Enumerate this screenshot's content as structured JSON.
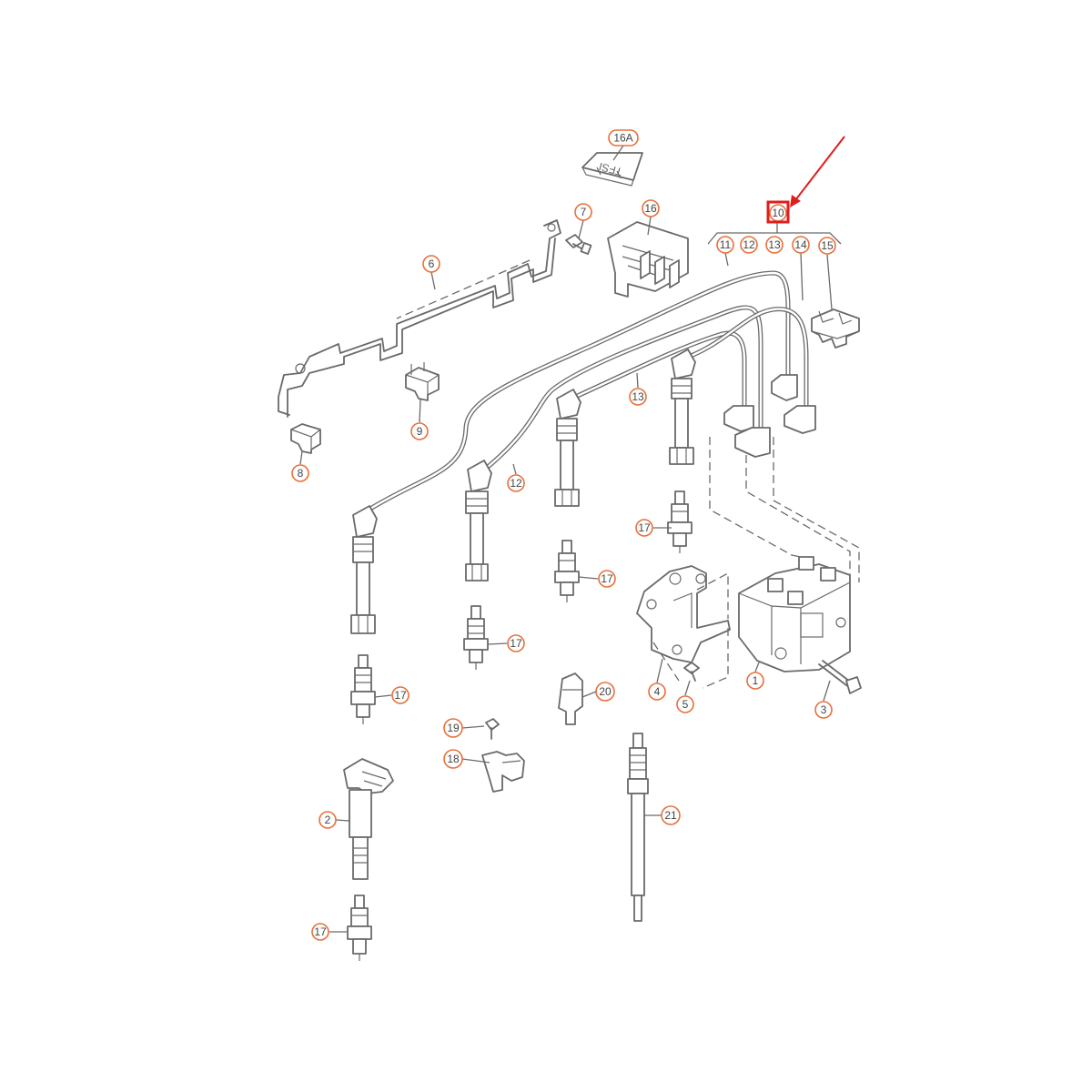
{
  "diagram": {
    "callouts": {
      "c1": "1",
      "c2": "2",
      "c3": "3",
      "c4": "4",
      "c5": "5",
      "c6": "6",
      "c7": "7",
      "c8": "8",
      "c9": "9",
      "c10": "10",
      "c11": "11",
      "c12a": "12",
      "c12b": "12",
      "c13a": "13",
      "c13b": "13",
      "c14": "14",
      "c15": "15",
      "c16": "16",
      "c16a": "16A",
      "c17a": "17",
      "c17b": "17",
      "c17c": "17",
      "c17d": "17",
      "c17e": "17",
      "c18": "18",
      "c19": "19",
      "c20": "20",
      "c21": "21"
    },
    "cover_marking": "TFSI",
    "colors": {
      "callout_ring": "#e8703a",
      "highlight": "#e01e1e",
      "line": "#6a6a6a"
    },
    "highlighted_callout": "10"
  }
}
